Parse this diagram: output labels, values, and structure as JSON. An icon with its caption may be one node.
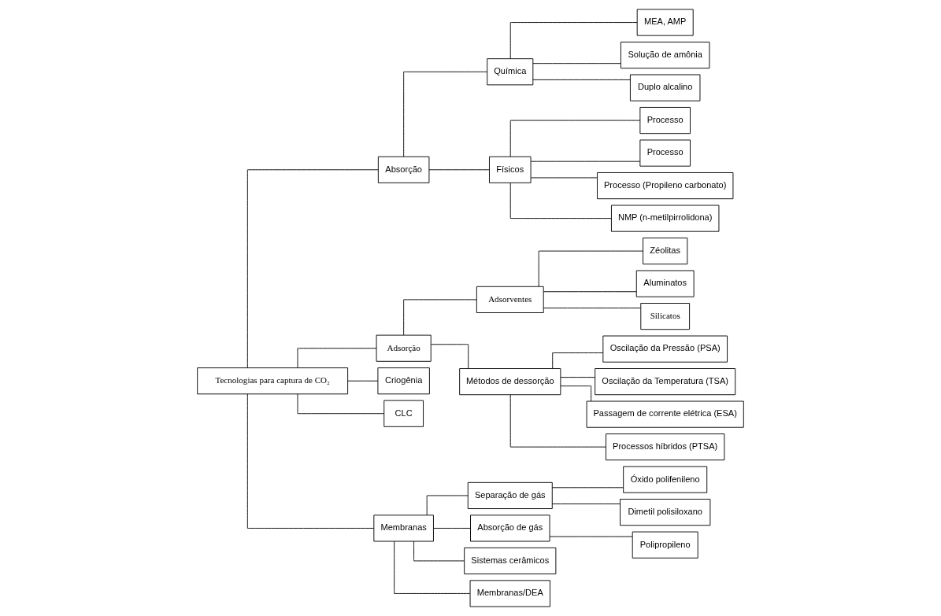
{
  "diagram": {
    "nodes": [
      {
        "text": [
          "Tecnologias para captura de CO₂"
        ]
      },
      {
        "text": [
          "Absorção"
        ]
      },
      {
        "text": [
          "Química"
        ]
      },
      {
        "text": [
          "MEA, AMP"
        ]
      },
      {
        "text": [
          "Solução de amônia"
        ]
      },
      {
        "text": [
          "Duplo alcalino"
        ]
      },
      {
        "text": [
          "Físicos"
        ]
      },
      {
        "text": [
          "Processo"
        ]
      },
      {
        "text": [
          "Processo"
        ]
      },
      {
        "text": [
          "Processo (Propileno carbonato)"
        ]
      },
      {
        "text": [
          "NMP (n-metilpirrolidona)"
        ]
      },
      {
        "text": [
          "Adsorção"
        ]
      },
      {
        "text": [
          "Adsorventes"
        ]
      },
      {
        "text": [
          "Zéolitas"
        ]
      },
      {
        "text": [
          "Aluminatos"
        ]
      },
      {
        "text": [
          "Silicatos"
        ]
      },
      {
        "text": [
          "Métodos de dessorção"
        ]
      },
      {
        "text": [
          "Oscilação da Pressão (PSA)"
        ]
      },
      {
        "text": [
          "Oscilação da Temperatura (TSA)"
        ]
      },
      {
        "text": [
          "Passagem de corrente elétrica (ESA)"
        ]
      },
      {
        "text": [
          "Processos híbridos (PTSA)"
        ]
      },
      {
        "text": [
          "Criogênia"
        ]
      },
      {
        "text": [
          "CLC"
        ]
      },
      {
        "text": [
          "Membranas"
        ]
      },
      {
        "text": [
          "Separação de gás"
        ]
      },
      {
        "text": [
          "Óxido polifenileno"
        ]
      },
      {
        "text": [
          "Dimetil polisiloxano"
        ]
      },
      {
        "text": [
          "Absorção de gás"
        ]
      },
      {
        "text": [
          "Polipropileno"
        ]
      },
      {
        "text": [
          "Sistemas cerâmicos"
        ]
      },
      {
        "text": [
          "Membranas/DEA"
        ]
      }
    ],
    "edges": [
      {
        "from": 0,
        "to": 1,
        "arrow": "none"
      },
      {
        "from": 1,
        "to": 2,
        "arrow": "none"
      },
      {
        "from": 2,
        "to": 3,
        "arrow": "none"
      },
      {
        "from": 2,
        "to": 4,
        "arrow": "none"
      },
      {
        "from": 2,
        "to": 5,
        "arrow": "none"
      },
      {
        "from": 1,
        "to": 6,
        "arrow": "none"
      },
      {
        "from": 6,
        "to": 7,
        "arrow": "none"
      },
      {
        "from": 6,
        "to": 8,
        "arrow": "none"
      },
      {
        "from": 6,
        "to": 9,
        "arrow": "none"
      },
      {
        "from": 6,
        "to": 10,
        "arrow": "none"
      },
      {
        "from": 0,
        "to": 11,
        "arrow": "none"
      },
      {
        "from": 11,
        "to": 12,
        "arrow": "none"
      },
      {
        "from": 12,
        "to": 13,
        "arrow": "none"
      },
      {
        "from": 12,
        "to": 14,
        "arrow": "none"
      },
      {
        "from": 12,
        "to": 15,
        "arrow": "none"
      },
      {
        "from": 11,
        "to": 16,
        "arrow": "none"
      },
      {
        "from": 16,
        "to": 17,
        "arrow": "none"
      },
      {
        "from": 16,
        "to": 18,
        "arrow": "none"
      },
      {
        "from": 16,
        "to": 19,
        "arrow": "none"
      },
      {
        "from": 16,
        "to": 20,
        "arrow": "none"
      },
      {
        "from": 0,
        "to": 21,
        "arrow": "none"
      },
      {
        "from": 0,
        "to": 22,
        "arrow": "none"
      },
      {
        "from": 0,
        "to": 23,
        "arrow": "none"
      },
      {
        "from": 23,
        "to": 24,
        "arrow": "none"
      },
      {
        "from": 24,
        "to": 25,
        "arrow": "none"
      },
      {
        "from": 24,
        "to": 26,
        "arrow": "none"
      },
      {
        "from": 23,
        "to": 27,
        "arrow": "none"
      },
      {
        "from": 27,
        "to": 28,
        "arrow": "none"
      },
      {
        "from": 23,
        "to": 29,
        "arrow": "none"
      },
      {
        "from": 23,
        "to": 30,
        "arrow": "none"
      }
    ]
  }
}
